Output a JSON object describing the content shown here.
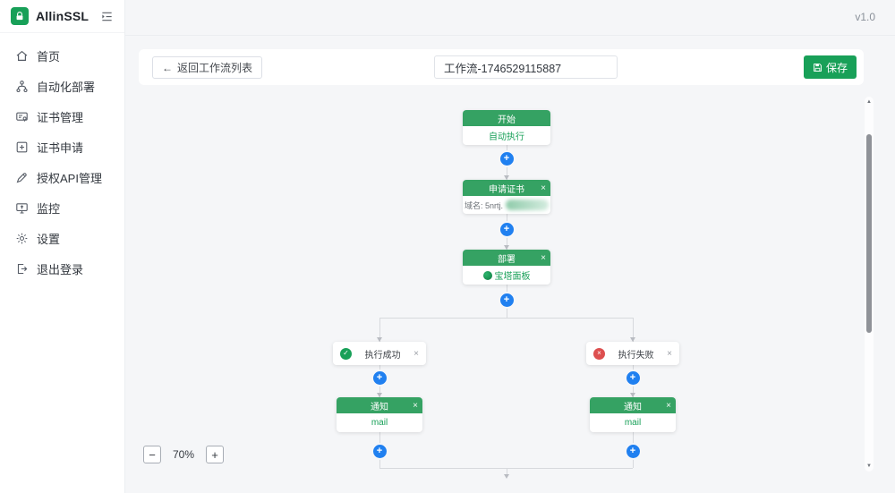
{
  "app": {
    "brand": "AllinSSL",
    "version": "v1.0"
  },
  "sidebar": {
    "items": [
      {
        "label": "首页"
      },
      {
        "label": "自动化部署"
      },
      {
        "label": "证书管理"
      },
      {
        "label": "证书申请"
      },
      {
        "label": "授权API管理"
      },
      {
        "label": "监控"
      },
      {
        "label": "设置"
      },
      {
        "label": "退出登录"
      }
    ]
  },
  "toolbar": {
    "back_label": "返回工作流列表",
    "workflow_name": "工作流-1746529115887",
    "save_label": "保存"
  },
  "canvas": {
    "nodes": {
      "start": {
        "title": "开始",
        "body": "自动执行"
      },
      "apply_cert": {
        "title": "申请证书",
        "body_label": "域名: 5nrtj."
      },
      "deploy": {
        "title": "部署",
        "body": "宝塔面板"
      },
      "branch_success": {
        "label": "执行成功"
      },
      "branch_fail": {
        "label": "执行失败"
      },
      "notify_success": {
        "title": "通知",
        "body": "mail"
      },
      "notify_fail": {
        "title": "通知",
        "body": "mail"
      }
    },
    "zoom_controls": {
      "minus": "−",
      "level": "70%",
      "plus": "+"
    }
  },
  "icons": {
    "plus": "+",
    "close": "×",
    "check": "✓",
    "cross": "×",
    "back_arrow": "←",
    "scroll_up": "▲",
    "scroll_down": "▼"
  },
  "colors": {
    "green": "#18a058",
    "header_green": "#35a263",
    "blue": "#2080f0",
    "red": "#dd4f4f"
  }
}
